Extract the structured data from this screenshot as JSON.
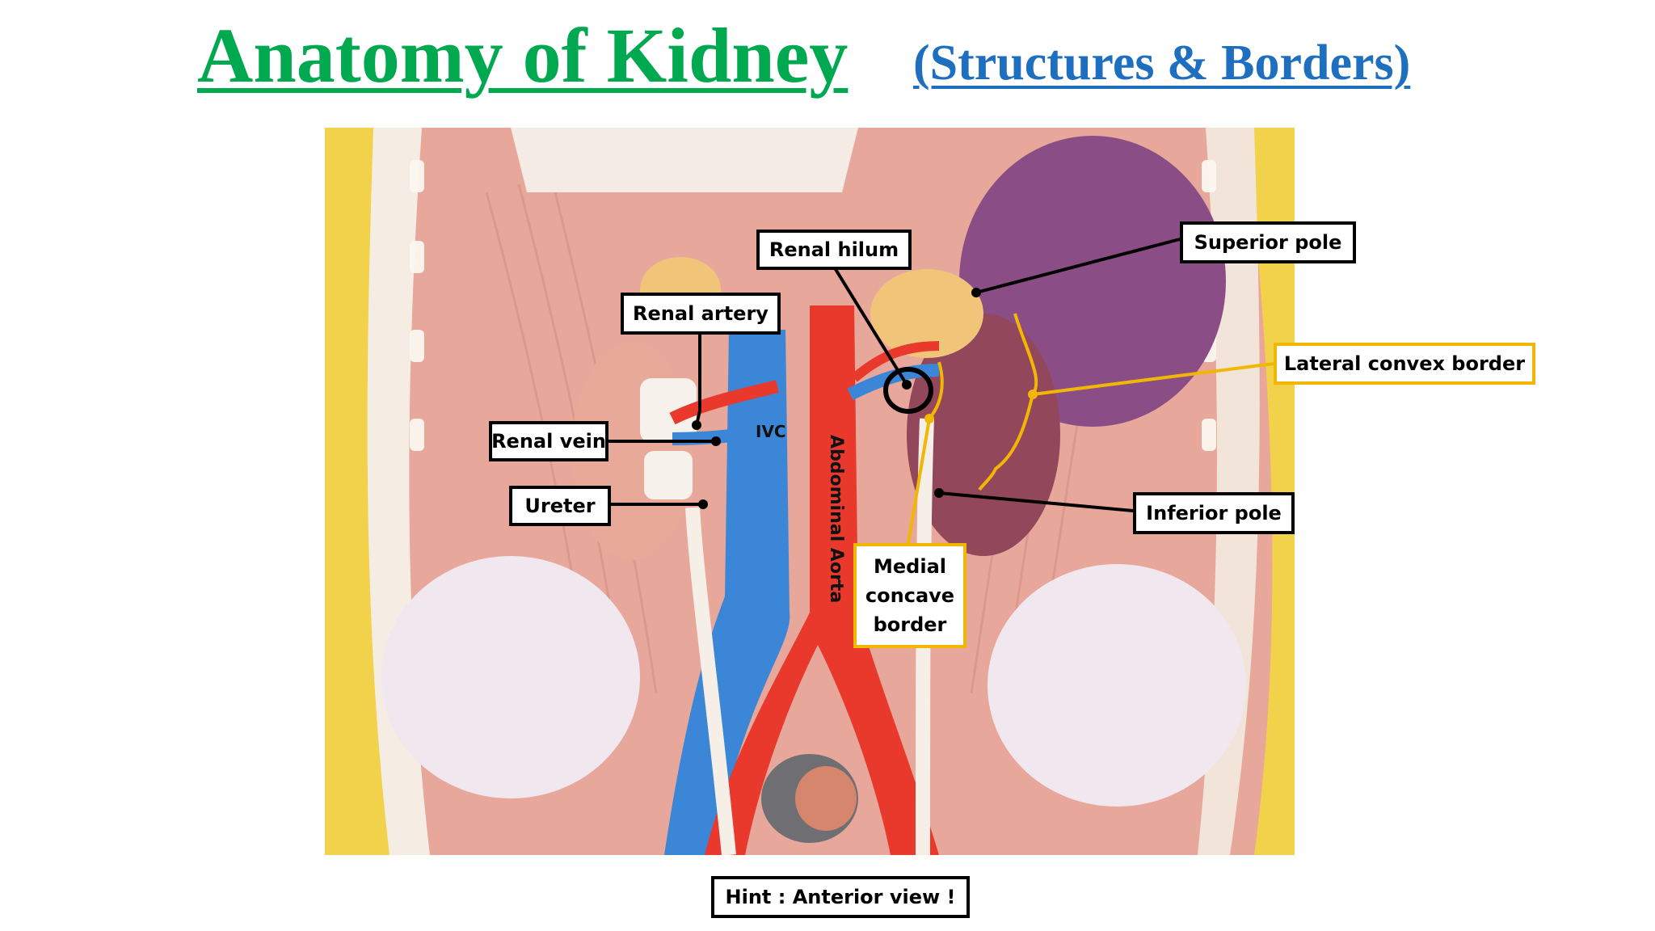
{
  "title": {
    "main": "Anatomy of Kidney",
    "sub": "(Structures & Borders)"
  },
  "labels": {
    "renal_hilum": "Renal hilum",
    "superior_pole": "Superior pole",
    "renal_artery": "Renal artery",
    "lateral_convex_border": "Lateral convex border",
    "renal_vein": "Renal vein",
    "ureter": "Ureter",
    "inferior_pole": "Inferior pole",
    "medial_concave_border": "Medial concave border",
    "ivc": "IVC",
    "abdominal_aorta": "Abdominal Aorta",
    "hint": "Hint : Anterior view !"
  },
  "colors": {
    "title_green": "#00a850",
    "subtitle_blue": "#1f6fc0",
    "border_highlight": "#f2b705"
  }
}
